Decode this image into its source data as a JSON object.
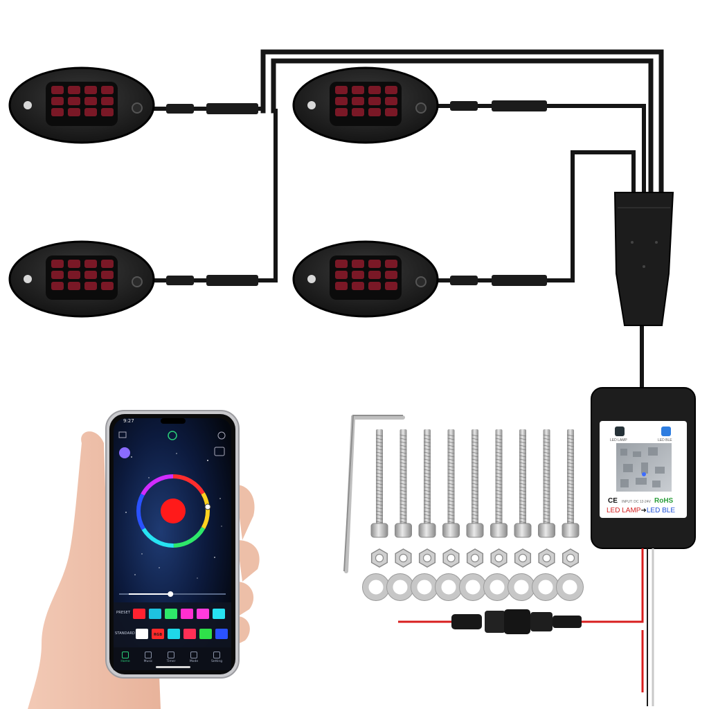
{
  "product": {
    "lamp_count": 4,
    "screw_count": 9,
    "nut_count": 9,
    "washer_count": 9
  },
  "controller": {
    "certification": "CE",
    "rohs": "RoHS",
    "input_text": "INPUT: DC 12-24V",
    "flow_left": "LED LAMP",
    "flow_arrow": "➜",
    "flow_right": "LED BLE",
    "app_left_caption": "LED LAMP",
    "app_right_caption": "LED BLE"
  },
  "phone": {
    "status_time": "9:27",
    "preset_label": "PRESET",
    "standard_label": "STANDARD",
    "rgb_label": "RGB",
    "wheel_color": "#ff1a1a",
    "preset_colors": [
      "#ff2230",
      "#1ec3e0",
      "#2ee86a",
      "#ff2fd0",
      "#ff3bdd",
      "#27e3f2"
    ],
    "standard_colors": [
      "#ffffff",
      "#ff2a2a",
      "#1fd8e8",
      "#ff2f55",
      "#2fe04a",
      "#2a52ff"
    ],
    "brightness": 0.5,
    "nav": [
      {
        "label": "Home"
      },
      {
        "label": "Music"
      },
      {
        "label": "Timer"
      },
      {
        "label": "Mode"
      },
      {
        "label": "Setting"
      }
    ]
  },
  "colors": {
    "cable": "#151515",
    "lamp_led": "#7a1826",
    "red_wire": "#d81e1e",
    "screw_metal": "#bdbdbd"
  }
}
